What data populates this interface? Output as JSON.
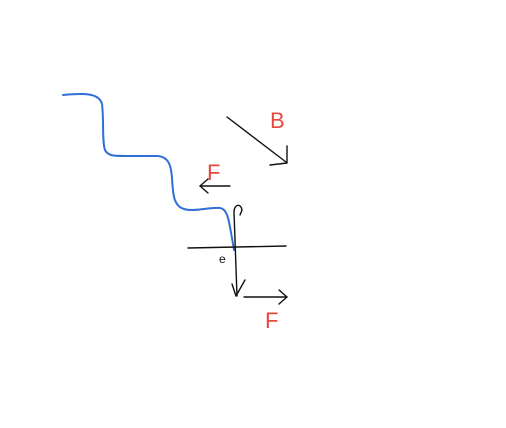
{
  "labels": {
    "magnetic_field": "B",
    "force_left": "F",
    "force_right": "F",
    "point": "e"
  },
  "colors": {
    "label": "#e8473c",
    "ink": "#111111",
    "wire": "#2f6fd6"
  }
}
